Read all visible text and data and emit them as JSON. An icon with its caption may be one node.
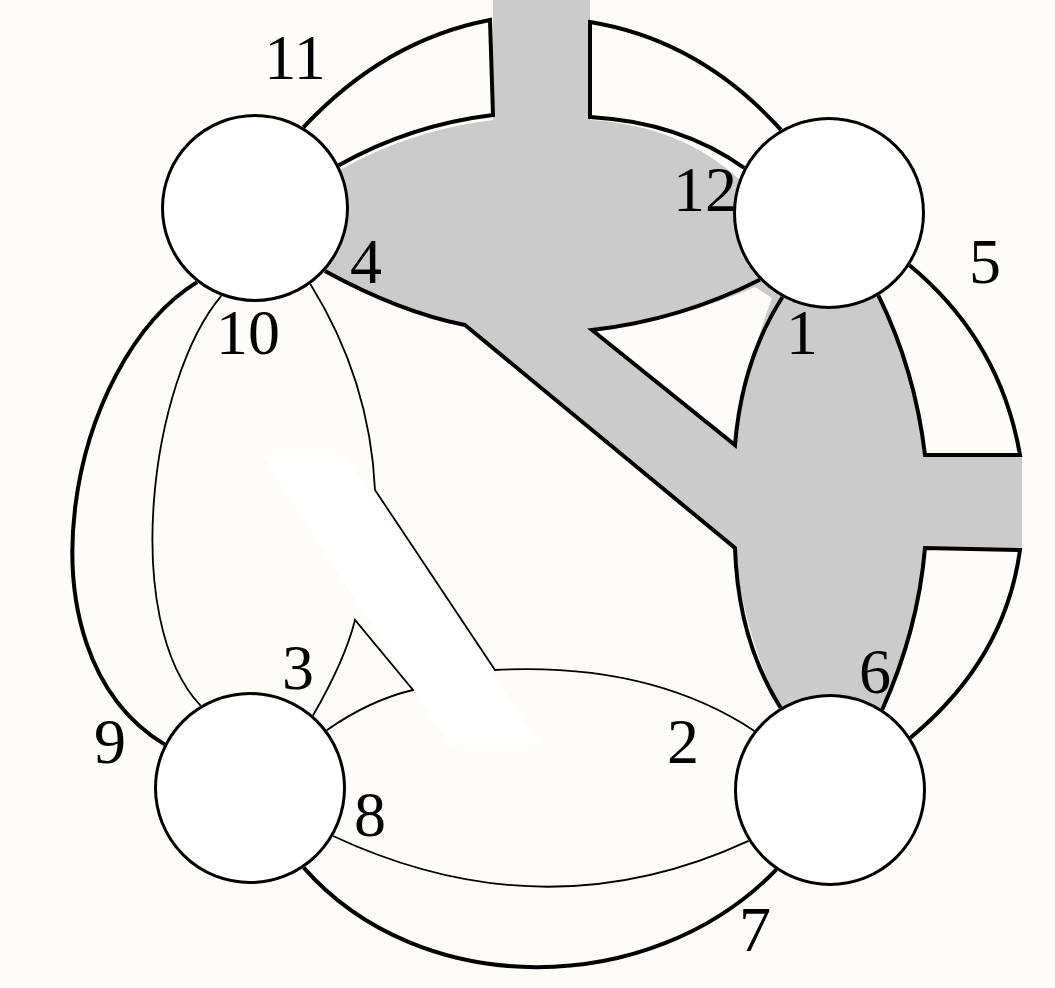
{
  "diagram": {
    "nodes": [
      {
        "text": [],
        "shape": "circle"
      },
      {
        "text": [],
        "shape": "circle"
      },
      {
        "text": [],
        "shape": "circle"
      },
      {
        "text": [],
        "shape": "circle"
      }
    ],
    "edges": [
      {
        "from": 0,
        "to": 0,
        "arrow": "none"
      },
      {
        "from": 1,
        "to": 1,
        "arrow": "none"
      },
      {
        "from": 0,
        "to": 3,
        "arrow": "none"
      },
      {
        "from": 1,
        "to": 1,
        "arrow": "none"
      },
      {
        "from": 1,
        "to": 1,
        "arrow": "none"
      },
      {
        "from": 3,
        "to": 3,
        "arrow": "none"
      },
      {
        "from": 0,
        "to": 2,
        "arrow": "none"
      },
      {
        "from": 0,
        "to": 2,
        "arrow": "none"
      },
      {
        "from": 0,
        "to": 3,
        "arrow": "none"
      },
      {
        "from": 2,
        "to": 2,
        "arrow": "none"
      },
      {
        "from": 2,
        "to": 3,
        "arrow": "none"
      },
      {
        "from": 2,
        "to": 3,
        "arrow": "none"
      }
    ],
    "labels": [
      "11",
      "12",
      "5",
      "4",
      "10",
      "1",
      "6",
      "3",
      "9",
      "2",
      "8",
      "7"
    ]
  }
}
